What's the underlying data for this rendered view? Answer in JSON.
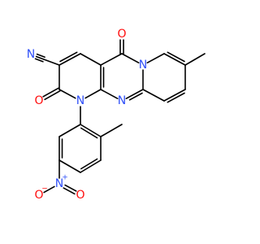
{
  "molecule": {
    "atoms": {
      "N_nitrile": {
        "label": "N",
        "color": "#3050F8"
      },
      "O_top": {
        "label": "O",
        "color": "#FF0D0D"
      },
      "O_left": {
        "label": "O",
        "color": "#FF0D0D"
      },
      "N_ring_top": {
        "label": "N",
        "color": "#3050F8"
      },
      "N_ring_mid": {
        "label": "N",
        "color": "#3050F8"
      },
      "N_ring_left": {
        "label": "N",
        "color": "#3050F8"
      },
      "N_nitro": {
        "label": "N",
        "charge": "+",
        "color": "#3050F8"
      },
      "O_nitro_right": {
        "label": "O",
        "color": "#FF0D0D"
      },
      "O_nitro_bottom": {
        "label": "O",
        "charge": "−",
        "color": "#FF0D0D"
      }
    },
    "bond_color": "#000000"
  }
}
